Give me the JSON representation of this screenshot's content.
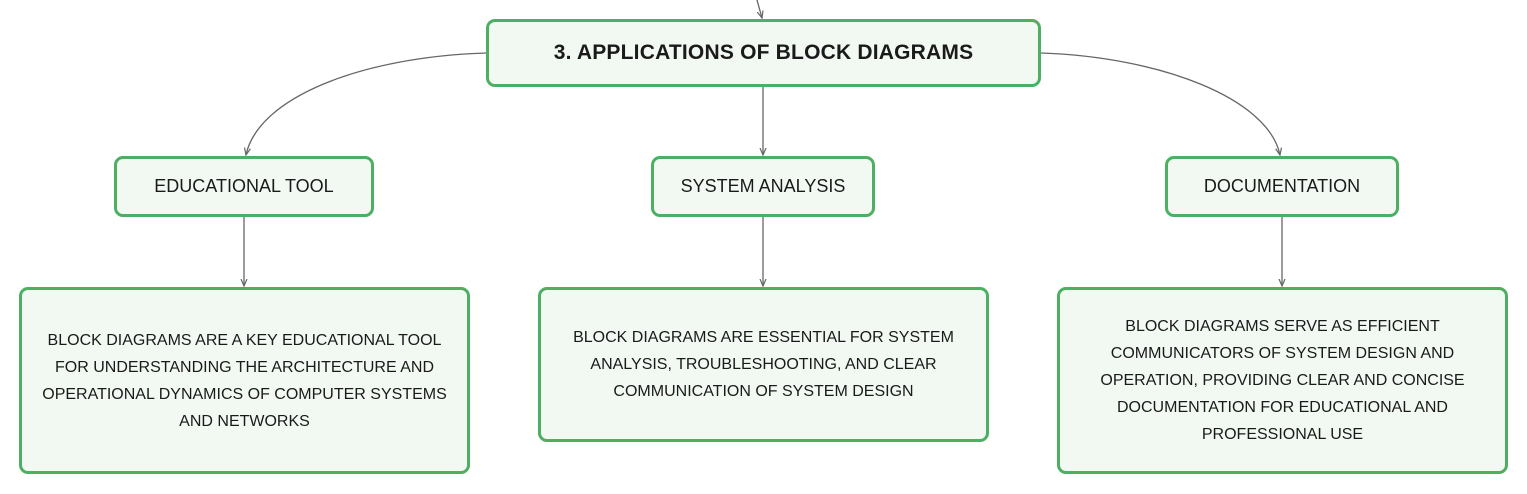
{
  "diagram": {
    "root": {
      "label": "3. APPLICATIONS OF BLOCK DIAGRAMS"
    },
    "branches": [
      {
        "topic": "EDUCATIONAL TOOL",
        "detail": "BLOCK DIAGRAMS ARE A KEY EDUCATIONAL TOOL FOR UNDERSTANDING THE ARCHITECTURE AND OPERATIONAL DYNAMICS OF COMPUTER SYSTEMS AND NETWORKS"
      },
      {
        "topic": "SYSTEM ANALYSIS",
        "detail": "BLOCK DIAGRAMS ARE ESSENTIAL FOR SYSTEM ANALYSIS, TROUBLESHOOTING, AND CLEAR COMMUNICATION OF SYSTEM DESIGN"
      },
      {
        "topic": "DOCUMENTATION",
        "detail": "BLOCK DIAGRAMS SERVE AS EFFICIENT COMMUNICATORS OF SYSTEM DESIGN AND OPERATION, PROVIDING CLEAR AND CONCISE DOCUMENTATION FOR EDUCATIONAL AND PROFESSIONAL USE"
      }
    ],
    "colors": {
      "node_border": "#4caf62",
      "node_fill": "#f2f9f3",
      "connector": "#666666",
      "text": "#1a1a1a"
    }
  }
}
